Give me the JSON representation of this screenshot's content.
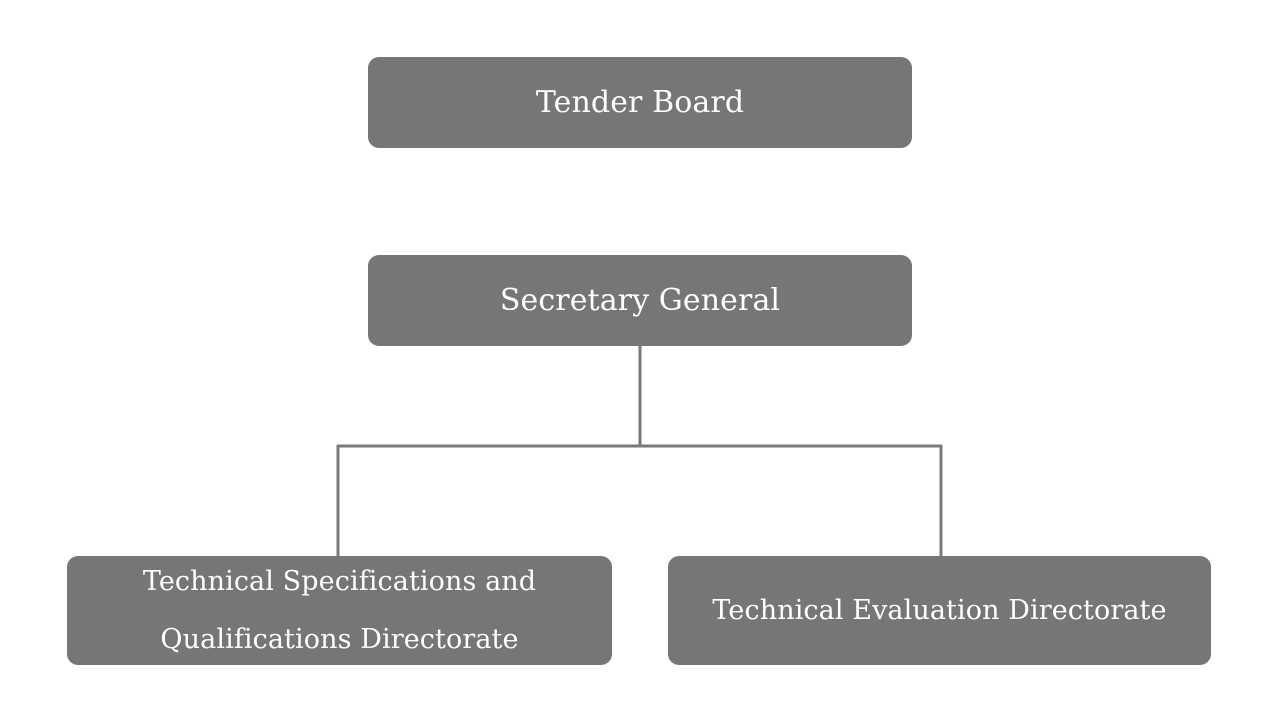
{
  "diagram": {
    "type": "organization-chart",
    "background_color": "#ffffff",
    "node_fill_color": "#767676",
    "node_text_color": "#ffffff",
    "connector_color": "#7a7a7a",
    "nodes": [
      {
        "id": "tender-board",
        "label": "Tender Board",
        "level": 0,
        "lines": [
          "Tender Board"
        ]
      },
      {
        "id": "secretary-general",
        "label": "Secretary General",
        "level": 1,
        "lines": [
          "Secretary General"
        ]
      },
      {
        "id": "tech-spec-directorate",
        "label": "Technical Specifications and Qualifications Directorate",
        "level": 2,
        "lines": [
          "Technical Specifications and",
          "Qualifications Directorate"
        ]
      },
      {
        "id": "tech-eval-directorate",
        "label": "Technical Evaluation Directorate",
        "level": 2,
        "lines": [
          "Technical Evaluation Directorate"
        ]
      }
    ],
    "edges": [
      {
        "from": "secretary-general",
        "to": "tech-spec-directorate"
      },
      {
        "from": "secretary-general",
        "to": "tech-eval-directorate"
      }
    ]
  }
}
